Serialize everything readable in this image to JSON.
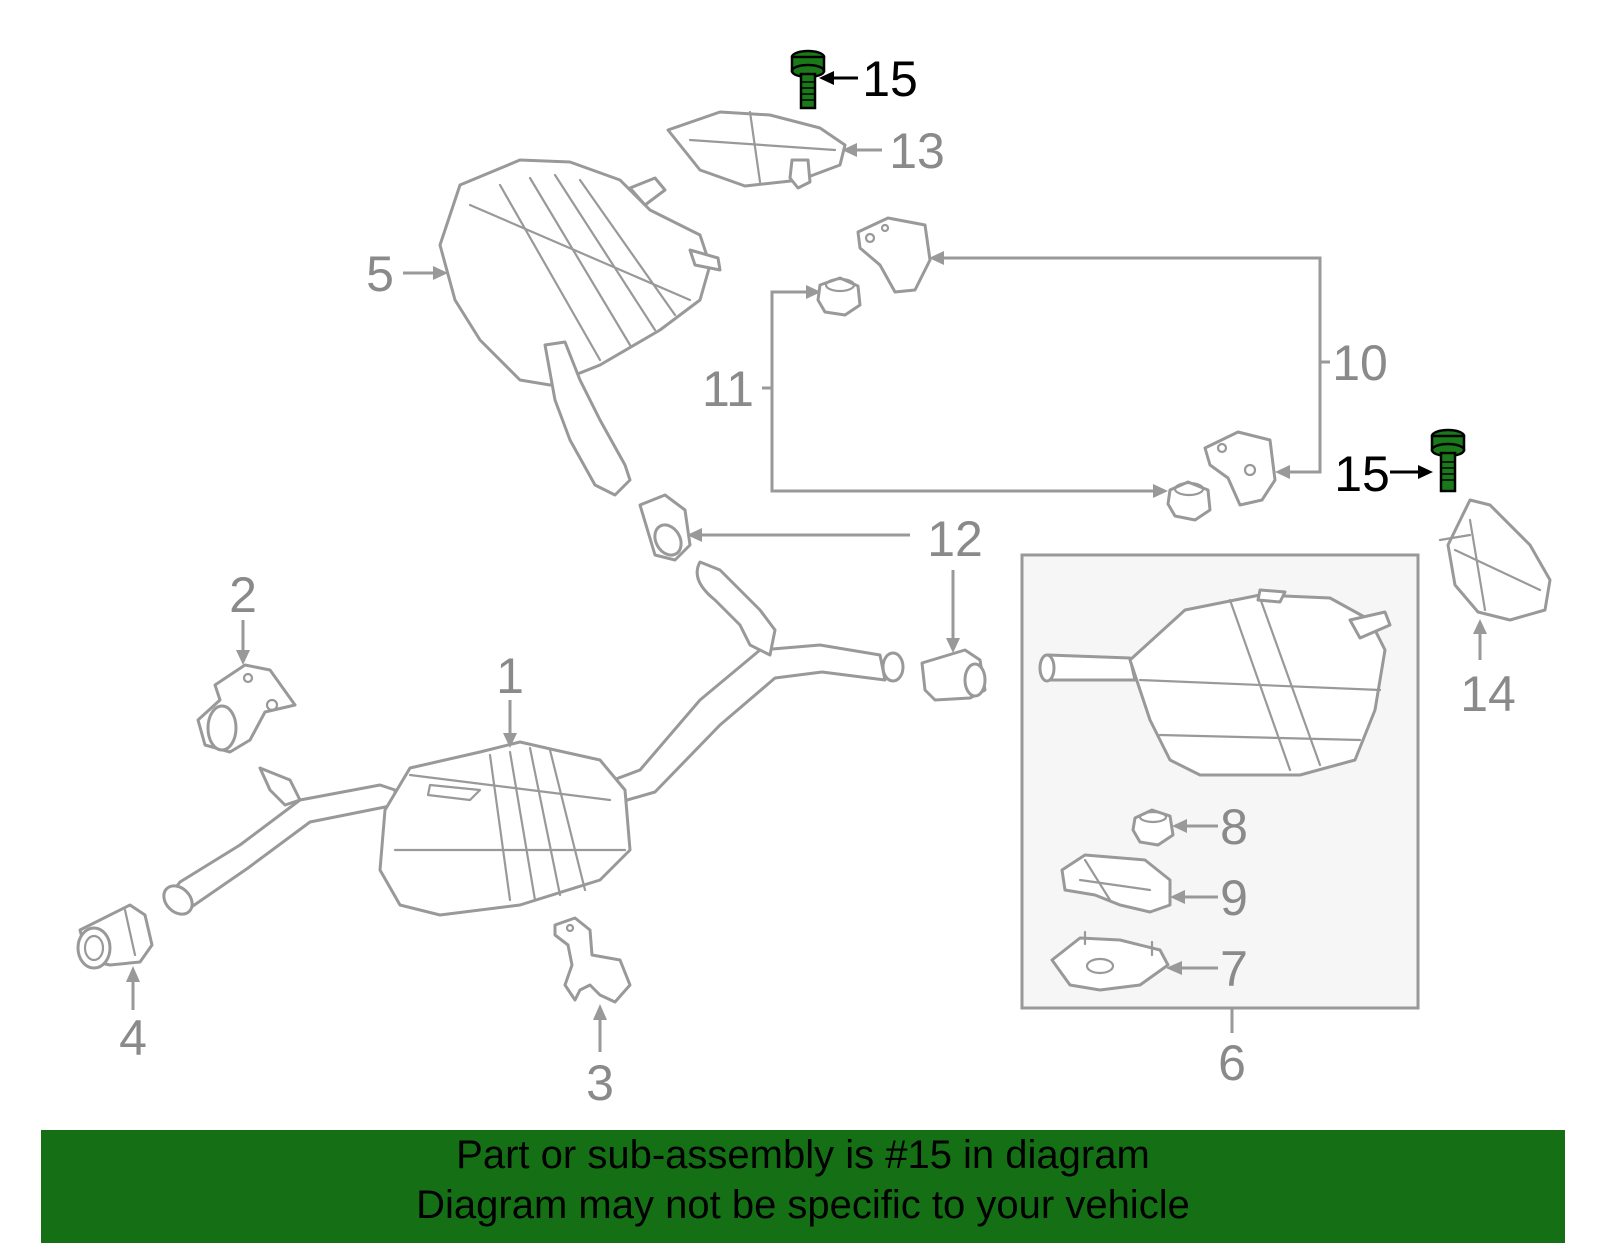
{
  "colors": {
    "highlight_part": "#1a7a1a",
    "banner_background": "#157015",
    "line_art": "#999999",
    "inset_background": "#f6f6f6"
  },
  "callouts": {
    "c1": "1",
    "c2": "2",
    "c3": "3",
    "c4": "4",
    "c5": "5",
    "c6": "6",
    "c7": "7",
    "c8": "8",
    "c9": "9",
    "c10": "10",
    "c11": "11",
    "c12": "12",
    "c13": "13",
    "c14": "14",
    "c15_top": "15",
    "c15_right": "15"
  },
  "banner": {
    "line1": "Part or sub-assembly is #15 in diagram",
    "line2": "Diagram may not be specific to your vehicle"
  }
}
